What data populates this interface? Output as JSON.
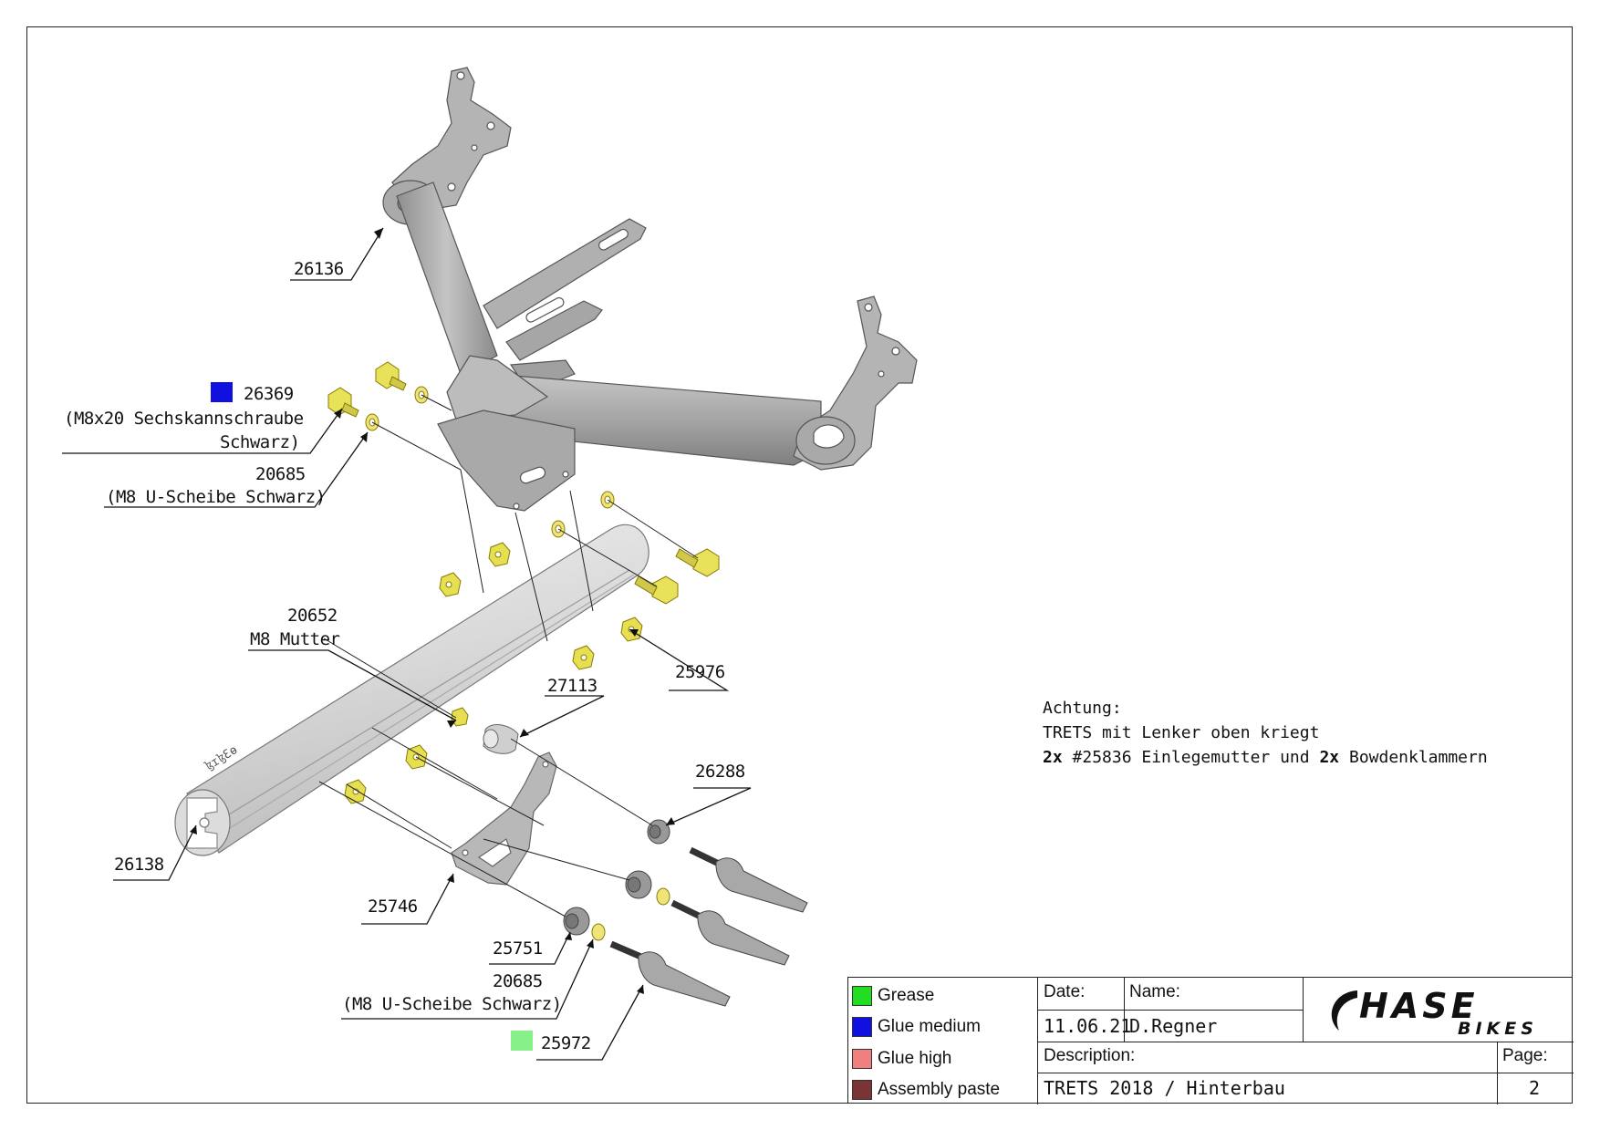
{
  "parts": {
    "p26136": "26136",
    "p26369_num": "26369",
    "p26369_desc1": "(M8x20 Sechskannschraube",
    "p26369_desc2": "Schwarz)",
    "p20685_top_num": "20685",
    "p20685_top_desc": "(M8 U-Scheibe Schwarz)",
    "p20652_num": "20652",
    "p20652_desc": "M8 Mutter",
    "p25976": "25976",
    "p27113": "27113",
    "p26288": "26288",
    "p26138": "26138",
    "p25746": "25746",
    "p25751": "25751",
    "p20685_bot_num": "20685",
    "p20685_bot_desc": "(M8 U-Scheibe Schwarz)",
    "p25972": "25972"
  },
  "tube_marking": "ɮɪɮƐɵ",
  "note": {
    "line1": "Achtung:",
    "line2": "TRETS mit Lenker oben kriegt",
    "line3_bold1": "2x",
    "line3_mid": " #25836 Einlegemutter und ",
    "line3_bold2": "2x",
    "line3_end": " Bowdenklammern"
  },
  "legend": [
    {
      "label": "Grease",
      "color": "#22dd22"
    },
    {
      "label": "Glue medium",
      "color": "#1010e0"
    },
    {
      "label": "Glue high",
      "color": "#f08080"
    },
    {
      "label": "Assembly paste",
      "color": "#7a3434"
    }
  ],
  "marker_colors": {
    "glue_medium": "#1010e0",
    "grease_light": "#88f088"
  },
  "title_block": {
    "date_caption": "Date:",
    "date_value": "11.06.21",
    "name_caption": "Name:",
    "name_value": "D.Regner",
    "description_caption": "Description:",
    "description_value": "TRETS 2018 / Hinterbau",
    "page_caption": "Page:",
    "page_value": "2",
    "logo_main": "HASE",
    "logo_sub": "BIKES"
  }
}
